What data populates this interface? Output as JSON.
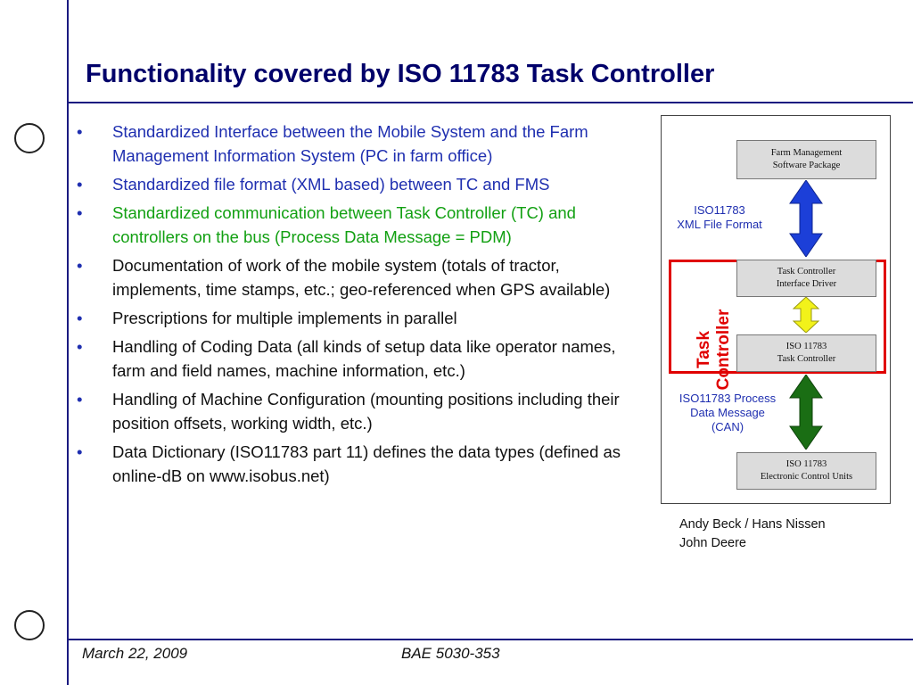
{
  "title": "Functionality covered by ISO 11783 Task Controller",
  "bullets": [
    {
      "text": "Standardized Interface between the Mobile System and the Farm Management Information System (PC in farm office)",
      "color": "blue"
    },
    {
      "text": "Standardized file format (XML based) between TC and FMS",
      "color": "blue"
    },
    {
      "text": "Standardized communication between Task Controller (TC) and controllers on the bus (Process Data Message = PDM)",
      "color": "green"
    },
    {
      "text": "Documentation of work of the mobile system (totals of tractor, implements, time stamps, etc.; geo-referenced when GPS available)",
      "color": "black"
    },
    {
      "text": "Prescriptions for multiple implements in parallel",
      "color": "black"
    },
    {
      "text": "Handling of Coding Data (all kinds of setup data like operator names, farm and field names, machine information, etc.)",
      "color": "black"
    },
    {
      "text": "Handling of Machine Configuration (mounting positions including their position offsets, working width, etc.)",
      "color": "black"
    },
    {
      "text": "Data Dictionary (ISO11783 part 11) defines the data types (defined as online-dB on www.isobus.net)",
      "color": "black"
    }
  ],
  "diagram": {
    "boxes": {
      "fms": [
        "Farm Management",
        "Software Package"
      ],
      "tc_driver": [
        "Task Controller",
        "Interface Driver"
      ],
      "tc": [
        "ISO 11783",
        "Task Controller"
      ],
      "ecu": [
        "ISO 11783",
        "Electronic Control Units"
      ]
    },
    "xml_label": [
      "ISO11783",
      "XML File Format"
    ],
    "pdm_label": [
      "ISO11783 Process",
      "Data Message",
      "(CAN)"
    ],
    "task_controller_label": [
      "Task",
      "Controller"
    ],
    "colors": {
      "blue_arrow": "#1c3fd8",
      "yellow_arrow": "#f2f21a",
      "green_arrow": "#1a6e14",
      "red_frame": "#e00000"
    }
  },
  "credits": [
    "Andy Beck / Hans Nissen",
    "John Deere"
  ],
  "footer": {
    "date": "March 22, 2009",
    "course": "BAE 5030-353"
  }
}
